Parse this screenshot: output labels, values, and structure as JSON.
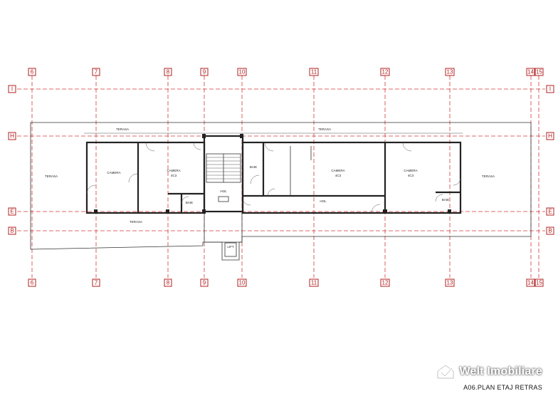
{
  "sheet_title": "A06.PLAN ETAJ RETRAS",
  "watermark": {
    "brand": "Welt Imobiliare",
    "logo_icon": "checkmark-house-icon"
  },
  "grid": {
    "verticals": [
      "6",
      "7",
      "8",
      "9",
      "10",
      "11",
      "12",
      "13",
      "14",
      "15"
    ],
    "horizontals": [
      "I",
      "H",
      "E",
      "B"
    ]
  },
  "rooms": {
    "terasa_left": "TERASA",
    "terasa_top_left": "TERASA",
    "terasa_top_right": "TERASA",
    "terasa_bottom": "TERASA",
    "terasa_right": "TERASA",
    "camera_1": "CAMERA",
    "camera_2": "CAMERA",
    "camera_2_code": "4C3",
    "baie_1": "BAIE",
    "hol_1": "HOL",
    "baie_2": "BAIE",
    "camera_3": "CAMERA",
    "camera_3_code": "4C3",
    "hol_2": "HOL",
    "camera_4": "CAMERA",
    "camera_4_code": "4C3",
    "baie_3": "BAIE",
    "lift": "LIFT"
  },
  "colors": {
    "grid": "#d23a3a",
    "walls": "#222222",
    "background": "#ffffff"
  }
}
